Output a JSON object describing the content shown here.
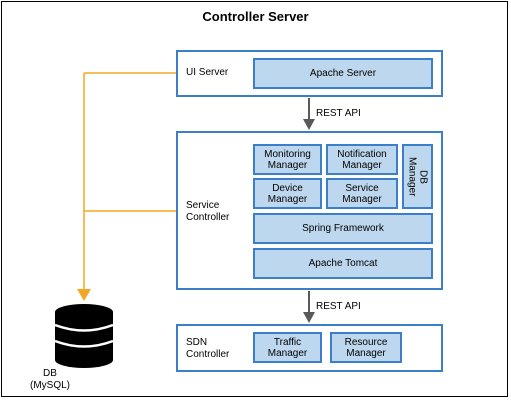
{
  "title": "Controller Server",
  "ui_server": {
    "label": "UI Server",
    "apache_server": "Apache Server"
  },
  "rest_api_1": "REST API",
  "service_controller": {
    "label": "Service\nController",
    "monitoring_manager": "Monitoring\nManager",
    "notification_manager": "Notification\nManager",
    "device_manager": "Device\nManager",
    "service_manager": "Service\nManager",
    "db_manager": "DB\nManager",
    "spring_framework": "Spring Framework",
    "apache_tomcat": "Apache Tomcat"
  },
  "rest_api_2": "REST API",
  "sdn_controller": {
    "label": "SDN\nController",
    "traffic_manager": "Traffic\nManager",
    "resource_manager": "Resource\nManager"
  },
  "db": {
    "label": "DB\n(MySQL)"
  },
  "colors": {
    "border": "#3a7fc8",
    "fill": "#bdd7ee",
    "connector": "#f5a623",
    "arrow": "#595959"
  }
}
